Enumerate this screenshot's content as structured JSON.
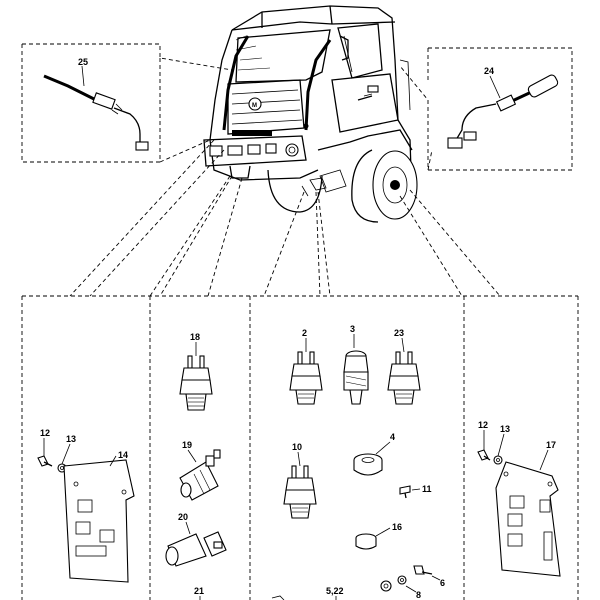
{
  "callouts": {
    "c25": "25",
    "c24": "24",
    "c18": "18",
    "c2": "2",
    "c3": "3",
    "c23": "23",
    "c12a": "12",
    "c13a": "13",
    "c14": "14",
    "c19": "19",
    "c10": "10",
    "c4": "4",
    "c11": "11",
    "c12b": "12",
    "c13b": "13",
    "c17": "17",
    "c20": "20",
    "c16": "16",
    "c6": "6",
    "c21": "21",
    "c522": "5,22",
    "c8": "8"
  }
}
